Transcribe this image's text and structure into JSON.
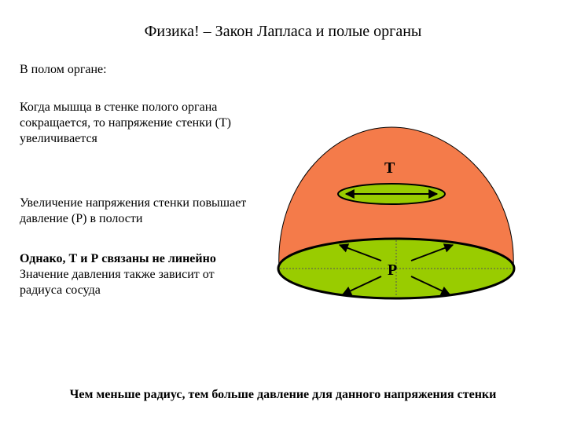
{
  "title": "Физика! – Закон Лапласа и полые органы",
  "subhead": "В полом органе:",
  "paragraphs": {
    "p1": "Когда мышца в стенке полого органа сокращается, то напряжение стенки (Т) увеличивается",
    "p2": "Увеличение напряжения стенки повышает давление (Р) в полости",
    "p3_bold": "Однако, Т и Р связаны не линейно",
    "p3_normal": "Значение давления также зависит от радиуса сосуда"
  },
  "diagram": {
    "tension_label": "T",
    "pressure_label": "P",
    "colors": {
      "dome": "#f47b4a",
      "disc": "#99cc00",
      "outline": "#000000"
    }
  },
  "footer": "Чем меньше радиус, тем больше давление для данного напряжения стенки"
}
